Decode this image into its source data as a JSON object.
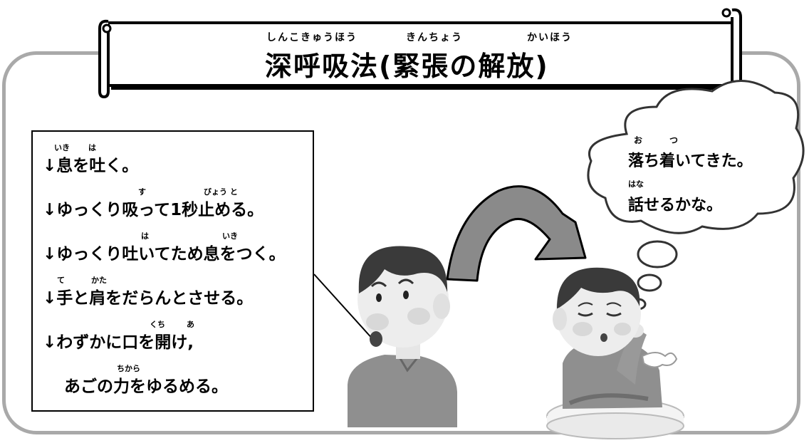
{
  "title": {
    "ruby": [
      "しんこきゅうほう",
      "きんちょう",
      "かいほう"
    ],
    "main": "深呼吸法(緊張の解放)"
  },
  "steps": [
    {
      "text": "↓息を吐く。",
      "ruby": [
        "いき",
        "は"
      ]
    },
    {
      "text": "↓ゆっくり吸って1秒止める。",
      "ruby": [
        "す",
        "びょう と"
      ]
    },
    {
      "text": "↓ゆっくり吐いてため息をつく。",
      "ruby": [
        "は",
        "いき"
      ]
    },
    {
      "text": "↓手と肩をだらんとさせる。",
      "ruby": [
        "て",
        "かた"
      ]
    },
    {
      "text": "↓わずかに口を開け,",
      "ruby": [
        "くち",
        "あ"
      ]
    },
    {
      "text": "あごの力をゆるめる。",
      "ruby": [
        "ちから"
      ]
    }
  ],
  "bubble": {
    "line1_ruby": [
      "お",
      "つ"
    ],
    "line1": "落ち着いてきた。",
    "line2_ruby": "はな",
    "line2": "話せるかな。"
  }
}
